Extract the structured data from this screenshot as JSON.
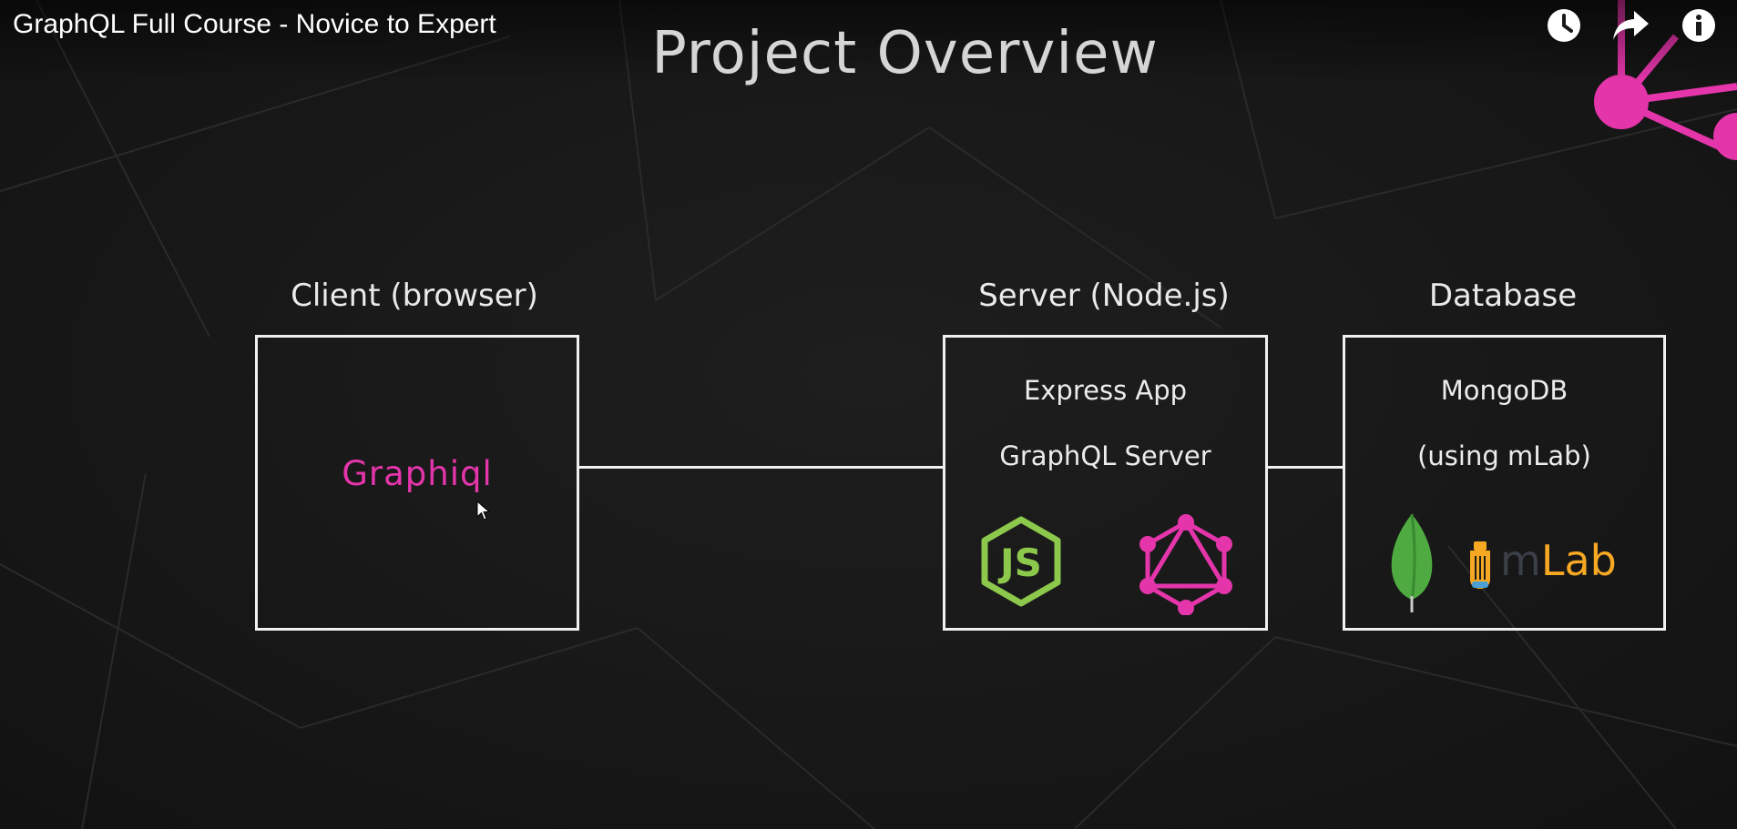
{
  "video": {
    "title": "GraphQL Full Course - Novice to Expert"
  },
  "player_icons": [
    {
      "name": "watch-later-icon",
      "label": "Watch later"
    },
    {
      "name": "share-icon",
      "label": "Share"
    },
    {
      "name": "info-icon",
      "label": "Info"
    }
  ],
  "slide": {
    "title": "Project Overview",
    "columns": {
      "client": {
        "label": "Client (browser)",
        "item": "Graphiql"
      },
      "server": {
        "label": "Server (Node.js)",
        "lines": [
          "Express App",
          "GraphQL Server"
        ],
        "logos": [
          "nodejs-logo-icon",
          "graphql-logo-icon"
        ]
      },
      "database": {
        "label": "Database",
        "lines": [
          "MongoDB",
          "(using mLab)"
        ],
        "logos": [
          "mongodb-leaf-icon",
          "mlab-logo-icon"
        ],
        "mlab_text": {
          "prefix": "m",
          "suffix": "Lab"
        }
      }
    }
  },
  "colors": {
    "accent_pink": "#e535ab",
    "node_green": "#8cc84b",
    "mongo_green": "#4faa41",
    "mlab_orange": "#f7a823",
    "box_border": "#f0f0f0",
    "background": "#1a1a1a"
  }
}
